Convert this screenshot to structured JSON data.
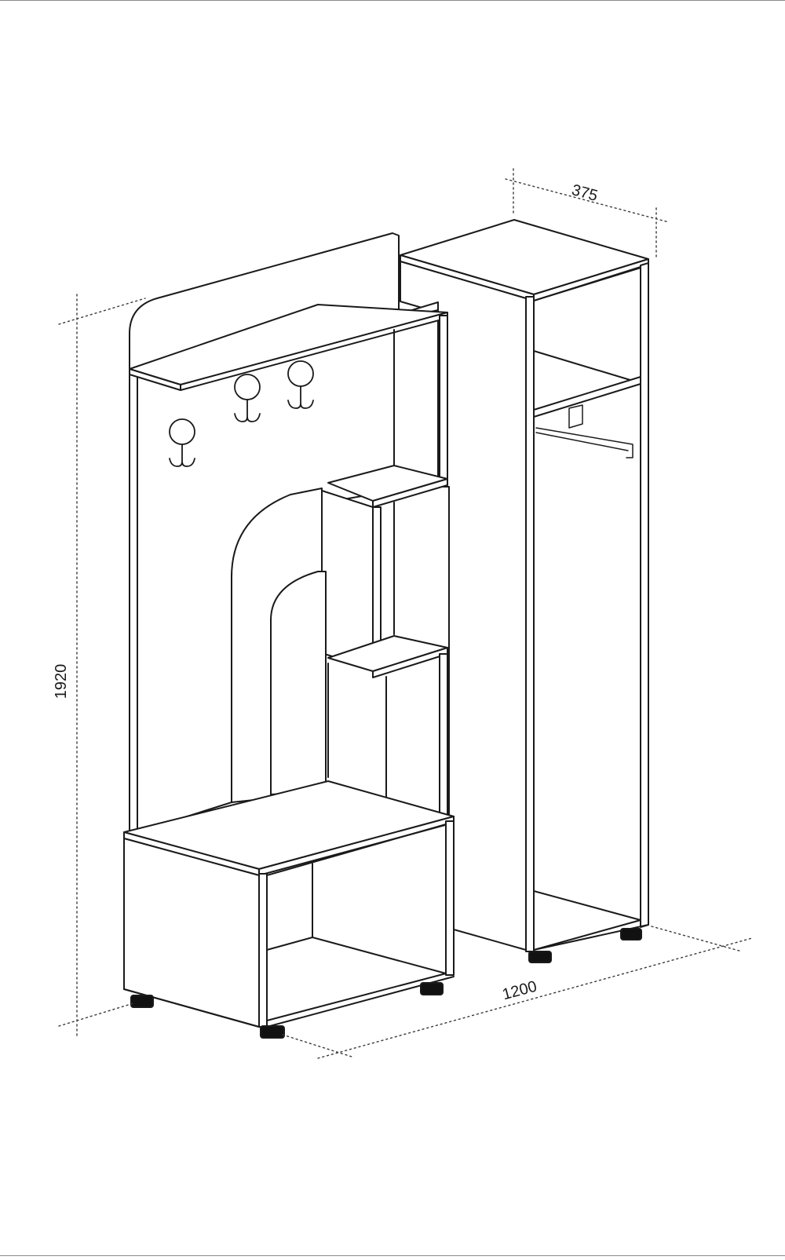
{
  "dimensions": {
    "depth": "375",
    "height": "1920",
    "width": "1200"
  },
  "colors": {
    "line": "#1a1a1a",
    "dim_line": "#3a3a3a",
    "panel": "#ffffff",
    "foot": "#111111"
  }
}
